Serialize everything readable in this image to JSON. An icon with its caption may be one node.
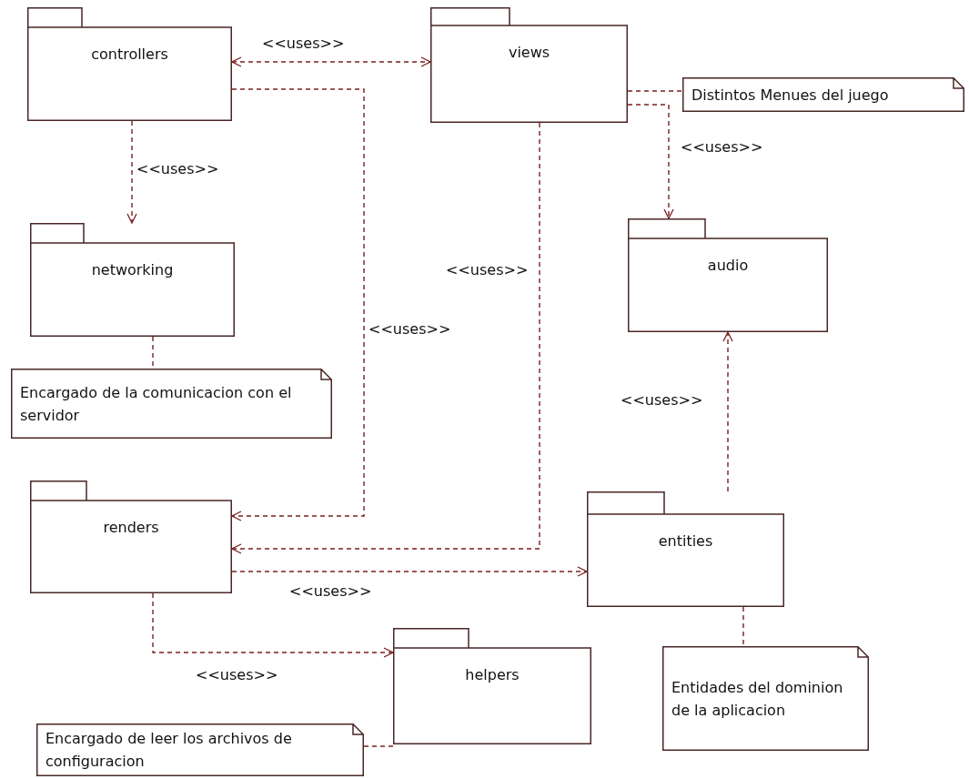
{
  "diagram": {
    "nodes": [
      {
        "text": [
          "controllers"
        ]
      },
      {
        "text": [
          "views"
        ]
      },
      {
        "text": [
          "Distintos Menues del juego"
        ]
      },
      {
        "text": [
          "networking"
        ]
      },
      {
        "text": [
          "audio"
        ]
      },
      {
        "text": [
          "Encargado de la comunicacion con el servidor"
        ]
      },
      {
        "text": [
          "renders"
        ]
      },
      {
        "text": [
          "entities"
        ]
      },
      {
        "text": [
          "helpers"
        ]
      },
      {
        "text": [
          "Entidades del dominion de la aplicacion"
        ]
      },
      {
        "text": [
          "Encargado de leer los archivos de configuracion"
        ]
      }
    ],
    "edges": [
      {
        "from": 0,
        "to": 1,
        "arrow": "both",
        "label": "<<uses>>"
      },
      {
        "from": 0,
        "to": 3,
        "arrow": "to",
        "label": "<<uses>>"
      },
      {
        "from": 0,
        "to": 6,
        "arrow": "to",
        "label": "<<uses>>"
      },
      {
        "from": 1,
        "to": 6,
        "arrow": "to",
        "label": "<<uses>>"
      },
      {
        "from": 1,
        "to": 4,
        "arrow": "to",
        "label": "<<uses>>"
      },
      {
        "from": 7,
        "to": 4,
        "arrow": "to",
        "label": "<<uses>>"
      },
      {
        "from": 6,
        "to": 7,
        "arrow": "to",
        "label": "<<uses>>"
      },
      {
        "from": 6,
        "to": 8,
        "arrow": "to",
        "label": "<<uses>>"
      },
      {
        "from": 1,
        "to": 2,
        "arrow": "none"
      },
      {
        "from": 3,
        "to": 5,
        "arrow": "none"
      },
      {
        "from": 7,
        "to": 9,
        "arrow": "none"
      },
      {
        "from": 8,
        "to": 10,
        "arrow": "none"
      }
    ]
  }
}
